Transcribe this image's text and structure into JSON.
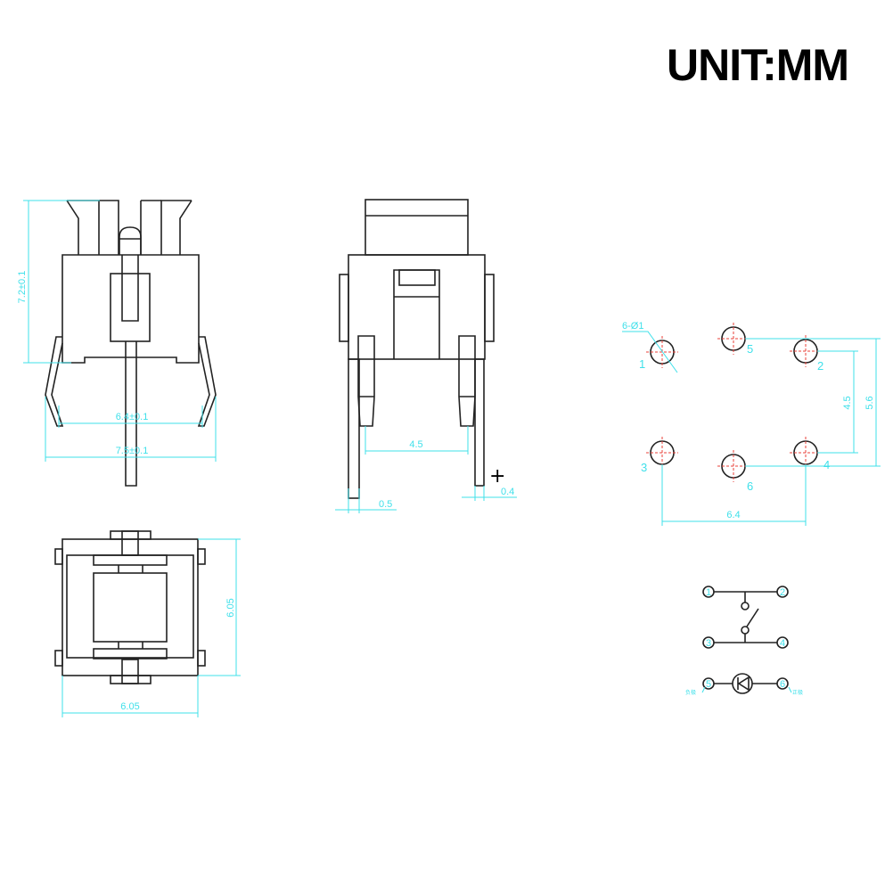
{
  "title": "UNIT:MM",
  "front_view": {
    "height_dim": "7.2±0.1",
    "inner_width_dim": "6.4±0.1",
    "outer_width_dim": "7.5±0.1"
  },
  "side_view": {
    "post_spacing_dim": "4.5",
    "left_pin_dim": "0.5",
    "right_pin_dim": "0.4",
    "polarity_mark": "+"
  },
  "top_view": {
    "height_dim": "6.05",
    "width_dim": "6.05"
  },
  "pcb_layout": {
    "hole_callout": "6-Ø1",
    "pins": [
      "1",
      "2",
      "3",
      "4",
      "5",
      "6"
    ],
    "inner_vertical_dim": "4.5",
    "outer_vertical_dim": "5.6",
    "horizontal_dim": "6.4"
  },
  "schematic": {
    "nodes": [
      "1",
      "2",
      "3",
      "4",
      "5",
      "6"
    ],
    "led_negative_label": "负极",
    "led_positive_label": "正极"
  },
  "colors": {
    "dimension": "#3fe0ea",
    "centerline": "#e8403a",
    "outline": "#222222"
  }
}
